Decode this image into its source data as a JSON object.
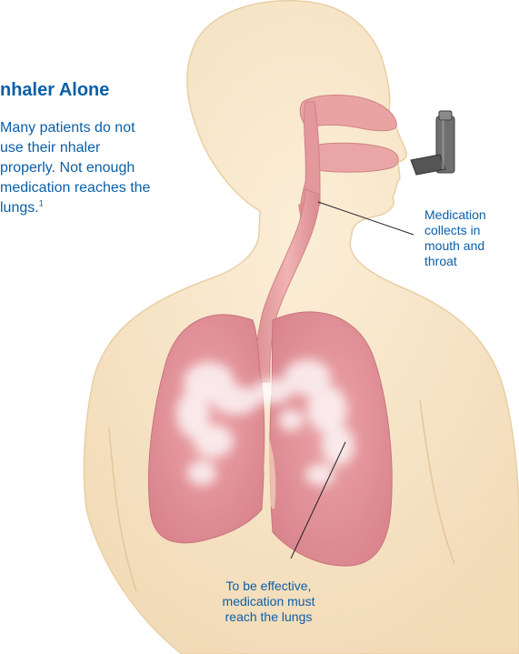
{
  "heading": {
    "title": "nhaler Alone",
    "body": "Many patients do not use their nhaler properly. Not enough medication reaches the lungs.",
    "footnote_ref": "1"
  },
  "callouts": {
    "mouth": "Medication collects in mouth and throat",
    "lungs": "To be effective, medication must reach the lungs"
  },
  "colors": {
    "text_blue": "#0a5fa8",
    "skin": "#f6e3c4",
    "tissue": "#e8a0a1",
    "lung": "#e08e95",
    "medication_cloud": "#ffffff",
    "inhaler": "#555555"
  }
}
